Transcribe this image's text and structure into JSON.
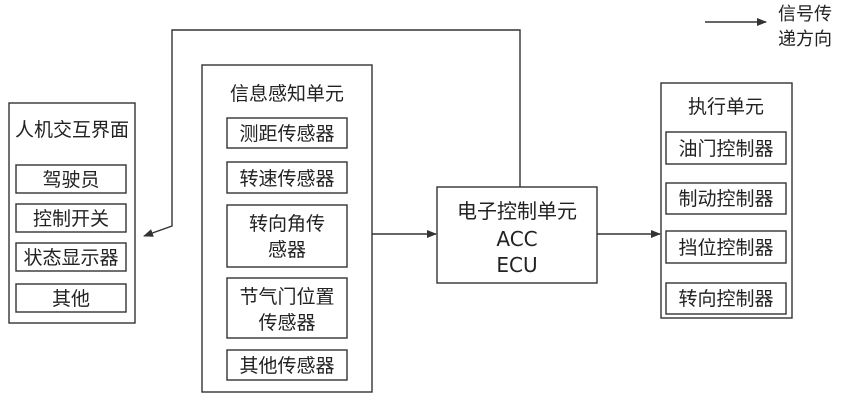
{
  "legend": {
    "line1": "信号传",
    "line2": "递方向"
  },
  "hmi": {
    "title": "人机交互界面",
    "items": [
      "驾驶员",
      "控制开关",
      "状态显示器",
      "其他"
    ]
  },
  "sensing": {
    "title": "信息感知单元",
    "items": [
      "测距传感器",
      "转速传感器",
      "转向角传",
      "感器",
      "节气门位置",
      "传感器",
      "其他传感器"
    ]
  },
  "ecu": {
    "line1": "电子控制单元",
    "line2": "ACC",
    "line3": "ECU"
  },
  "actuator": {
    "title": "执行单元",
    "items": [
      "油门控制器",
      "制动控制器",
      "挡位控制器",
      "转向控制器"
    ]
  }
}
